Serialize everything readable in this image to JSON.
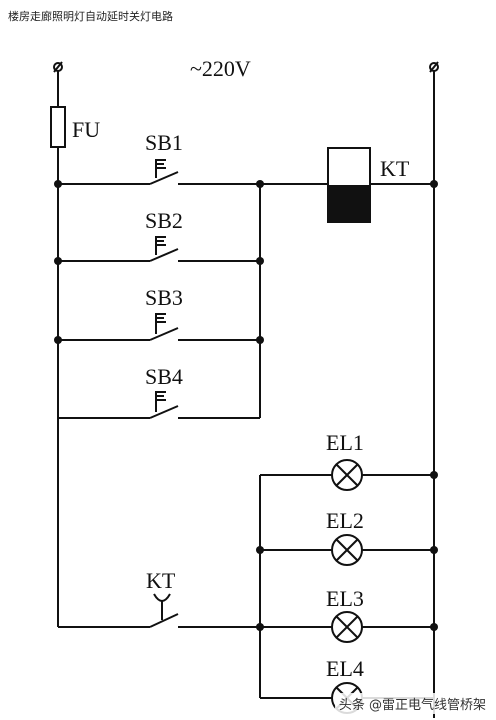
{
  "title": "楼房走廊照明灯自动延时关灯电路",
  "supply": "~220V",
  "labels": {
    "fuse": "FU",
    "sb1": "SB1",
    "sb2": "SB2",
    "sb3": "SB3",
    "sb4": "SB4",
    "relay_coil": "KT",
    "relay_contact": "KT",
    "el1": "EL1",
    "el2": "EL2",
    "el3": "EL3",
    "el4": "EL4"
  },
  "watermark": "头条 @雷正电气线管桥架"
}
